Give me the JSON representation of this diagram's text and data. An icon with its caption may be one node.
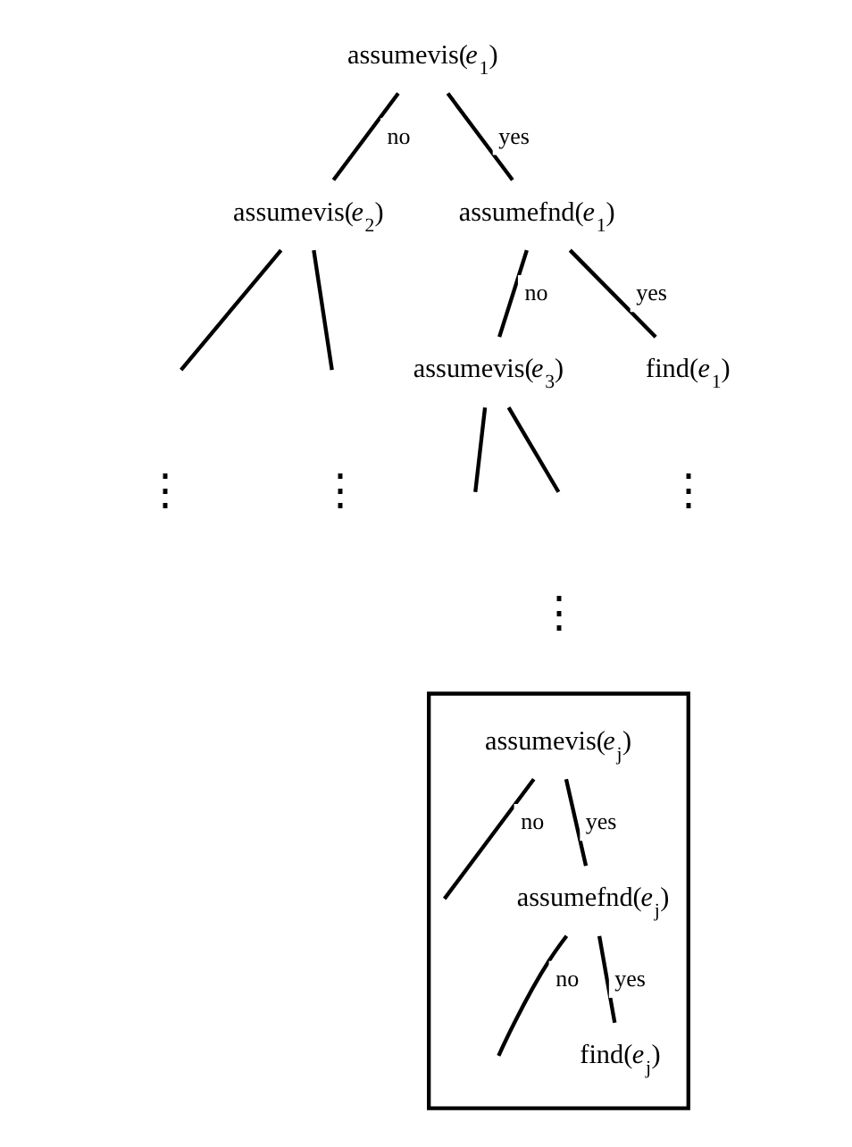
{
  "diagram": {
    "nodes": [
      {
        "text": [
          "assumevis(*e*$_{1}$)"
        ]
      },
      {
        "text": [
          "assumevis(*e*$_{2}$)"
        ]
      },
      {
        "text": [
          "assumefnd(*e*$_{1}$)"
        ]
      },
      {
        "text": [
          "assumevis(*e*$_{3}$)"
        ]
      },
      {
        "text": [
          "find(*e*$_{1}$)"
        ]
      },
      {
        "text": [],
        "shape": "box"
      },
      {
        "text": [
          "assumevis(*e*$_{j}$)"
        ],
        "in": 5
      },
      {
        "text": [
          "assumefnd(*e*$_{j}$)"
        ],
        "in": 5
      },
      {
        "text": [
          "find(*e*$_{j}$)"
        ],
        "in": 5
      }
    ],
    "edges": [
      {
        "from": 0,
        "to": 1,
        "label": "no",
        "arrow": "none"
      },
      {
        "from": 0,
        "to": 2,
        "label": "yes",
        "arrow": "none"
      },
      {
        "from": 1,
        "to": null,
        "arrow": "none"
      },
      {
        "from": 1,
        "to": null,
        "arrow": "none"
      },
      {
        "from": 2,
        "to": 3,
        "label": "no",
        "arrow": "none"
      },
      {
        "from": 2,
        "to": 4,
        "label": "yes",
        "arrow": "none"
      },
      {
        "from": 3,
        "to": null,
        "arrow": "none"
      },
      {
        "from": 3,
        "to": null,
        "arrow": "none"
      },
      {
        "from": 6,
        "to": null,
        "label": "no",
        "arrow": "none"
      },
      {
        "from": 6,
        "to": 7,
        "label": "yes",
        "arrow": "none"
      },
      {
        "from": 7,
        "to": null,
        "label": "no",
        "arrow": "none"
      },
      {
        "from": 7,
        "to": 8,
        "label": "yes",
        "arrow": "none"
      }
    ],
    "labels": [
      "⋮",
      "⋮",
      "⋮",
      "⋮"
    ]
  }
}
